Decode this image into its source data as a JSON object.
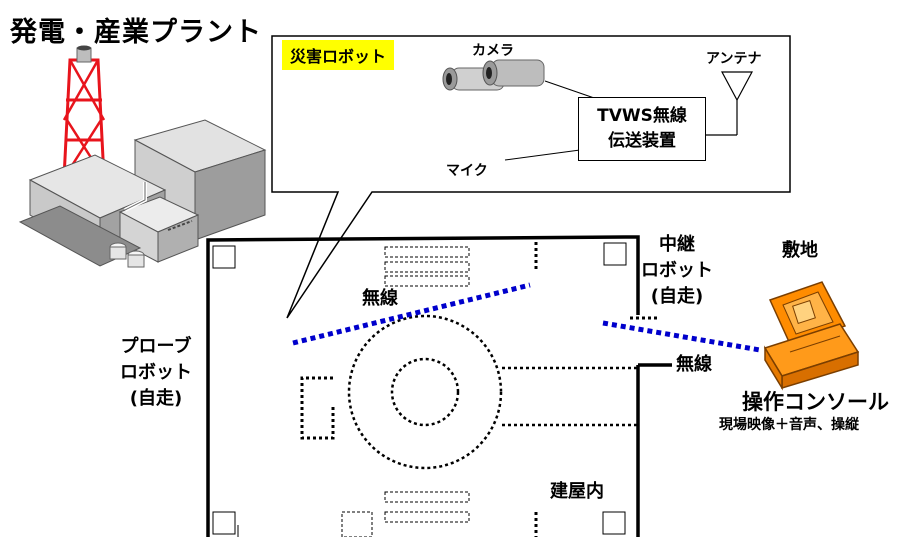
{
  "title": "発電・産業プラント",
  "callout": {
    "badge": "災害ロボット",
    "camera_label": "カメラ",
    "antenna_label": "アンテナ",
    "tvws_line1": "TVWS無線",
    "tvws_line2": "伝送装置",
    "mic_label": "マイク"
  },
  "building": {
    "inside_label": "建屋内",
    "wireless_label_left": "無線",
    "wireless_label_right": "無線"
  },
  "probe_robot": {
    "line1": "プローブ",
    "line2": "ロボット",
    "line3": "(自走)"
  },
  "relay_robot": {
    "line1": "中継",
    "line2": "ロボット",
    "line3": "(自走)"
  },
  "site": {
    "label": "敷地",
    "console_label": "操作コンソール",
    "console_sub": "現場映像＋音声、操縦"
  },
  "colors": {
    "wireless_dots": "#0000cc",
    "badge_bg": "#ffff00",
    "tower_red": "#e8141c",
    "console_orange": "#ff8c00"
  },
  "icons": [
    "plant-illustration",
    "camera-icon",
    "antenna-icon",
    "console-case-icon"
  ]
}
